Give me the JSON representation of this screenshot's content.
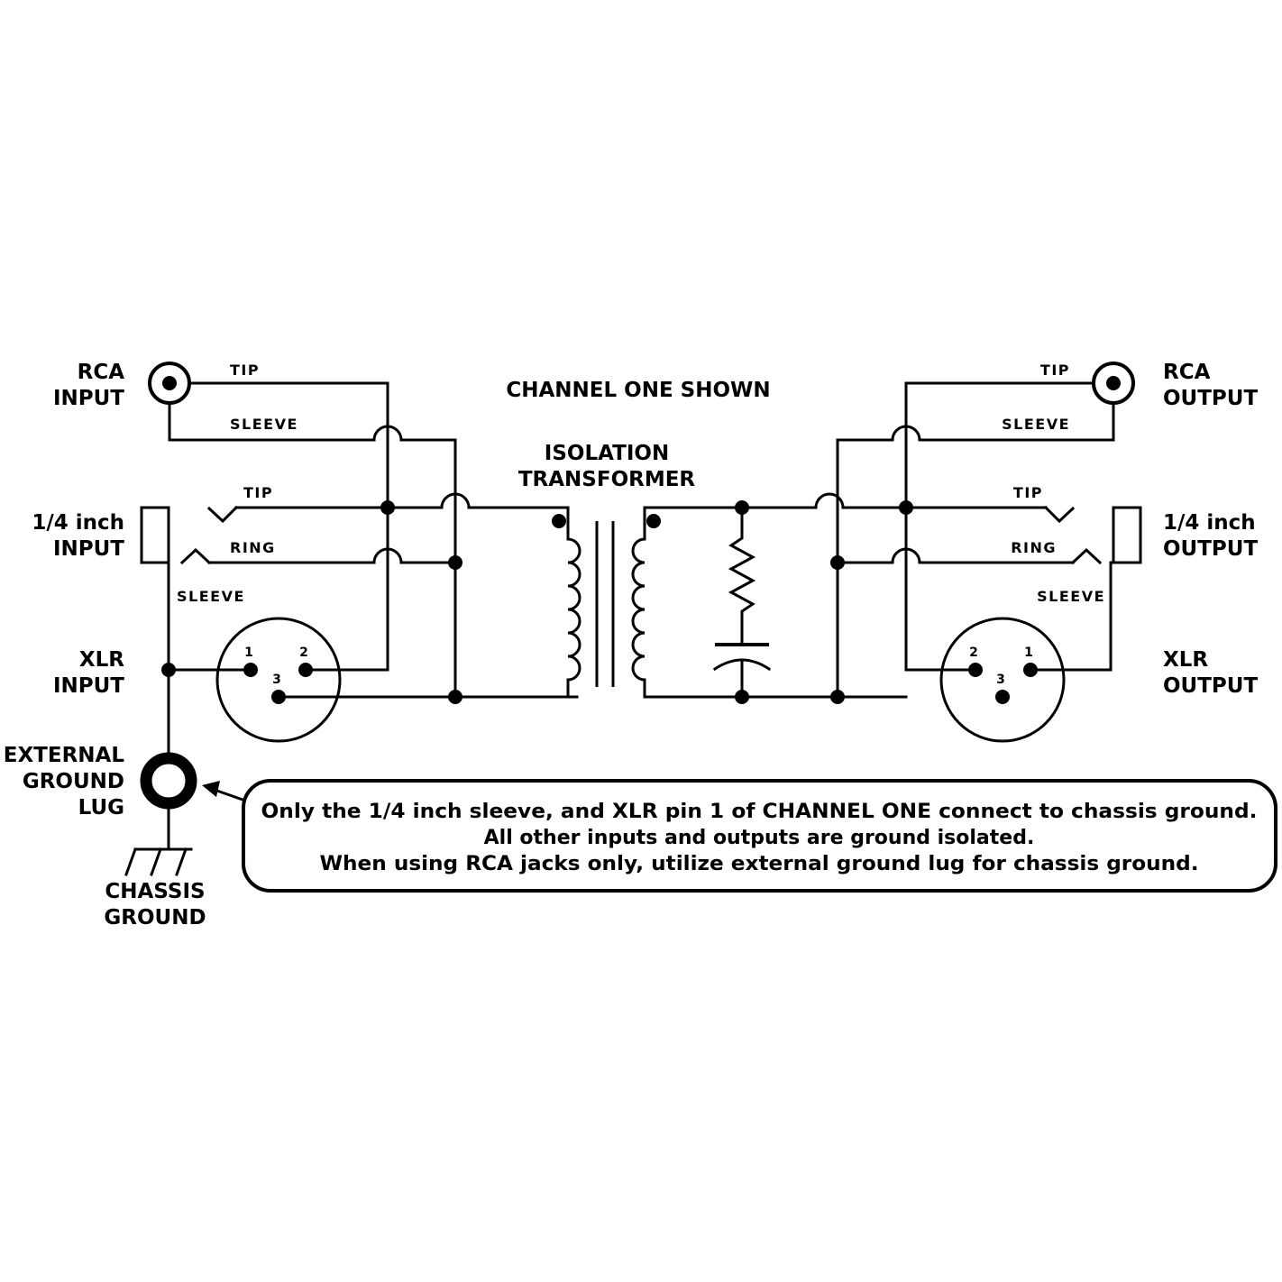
{
  "header": {
    "channel_label": "CHANNEL ONE SHOWN",
    "transformer_label": [
      "ISOLATION",
      "TRANSFORMER"
    ]
  },
  "input_side": {
    "rca_label": [
      "RCA",
      "INPUT"
    ],
    "quarter_label": [
      "1/4 inch",
      "INPUT"
    ],
    "xlr_label": [
      "XLR",
      "INPUT"
    ],
    "rca_tip": "TIP",
    "rca_sleeve": "SLEEVE",
    "quarter_tip": "TIP",
    "quarter_ring": "RING",
    "quarter_sleeve": "SLEEVE",
    "xlr_pins": [
      "1",
      "2",
      "3"
    ]
  },
  "output_side": {
    "rca_label": [
      "RCA",
      "OUTPUT"
    ],
    "quarter_label": [
      "1/4 inch",
      "OUTPUT"
    ],
    "xlr_label": [
      "XLR",
      "OUTPUT"
    ],
    "rca_tip": "TIP",
    "rca_sleeve": "SLEEVE",
    "quarter_tip": "TIP",
    "quarter_ring": "RING",
    "quarter_sleeve": "SLEEVE",
    "xlr_pins": [
      "2",
      "1",
      "3"
    ]
  },
  "ground": {
    "lug_label": [
      "EXTERNAL",
      "GROUND",
      "LUG"
    ],
    "chassis_label": [
      "CHASSIS",
      "GROUND"
    ]
  },
  "note": {
    "lines": [
      "Only the 1/4 inch sleeve, and XLR pin 1 of CHANNEL ONE connect to chassis ground.",
      "All other inputs and outputs are ground isolated.",
      "When using RCA jacks only, utilize external ground lug for chassis ground."
    ]
  }
}
